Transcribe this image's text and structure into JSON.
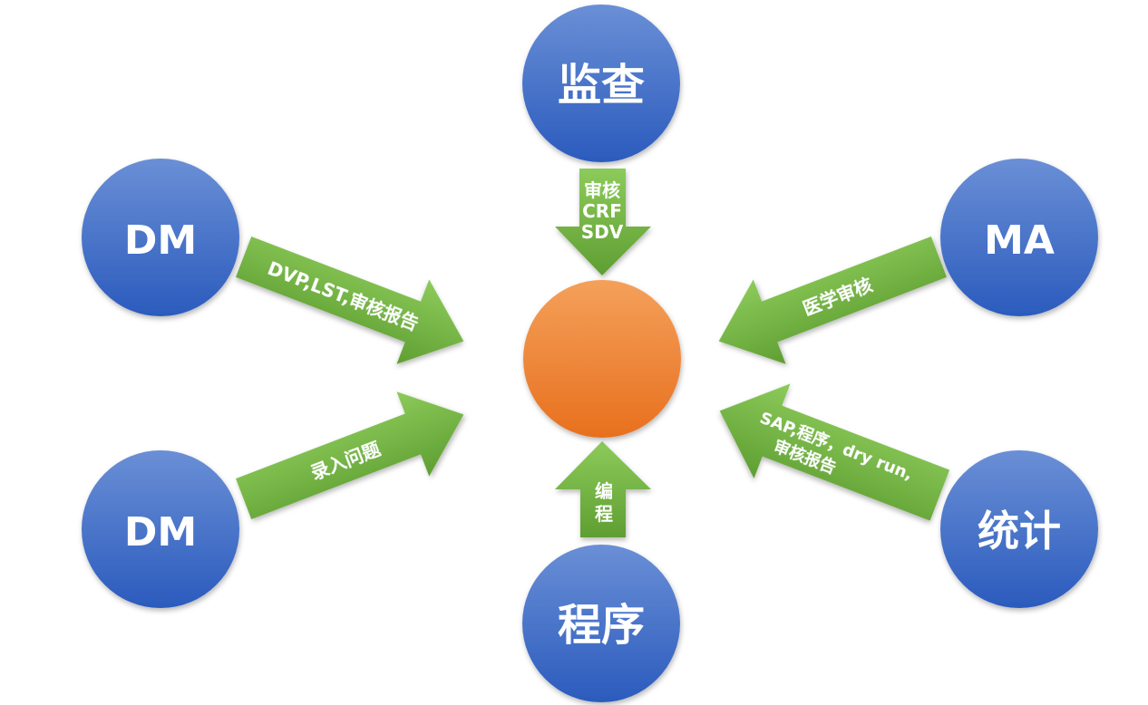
{
  "colors": {
    "node_blue_top": "#6a8fd6",
    "node_blue_bottom": "#2b5bbd",
    "center_orange_top": "#f4a05a",
    "center_orange_bottom": "#e8701e",
    "arrow_green_top": "#8ccb5a",
    "arrow_green_bottom": "#5f9e32"
  },
  "nodes": {
    "top": "监查",
    "left_top": "DM",
    "left_bottom": "DM",
    "right_top": "MA",
    "right_bottom": "统计",
    "bottom": "程序"
  },
  "arrows": {
    "top": [
      "审核",
      "CRF",
      "SDV"
    ],
    "left_top": "DVP,LST,审核报告",
    "left_bottom": "录入问题",
    "right_top": "医学审核",
    "right_bottom": [
      "SAP,程序，dry run,",
      "审核报告"
    ],
    "bottom": [
      "编",
      "程"
    ]
  }
}
